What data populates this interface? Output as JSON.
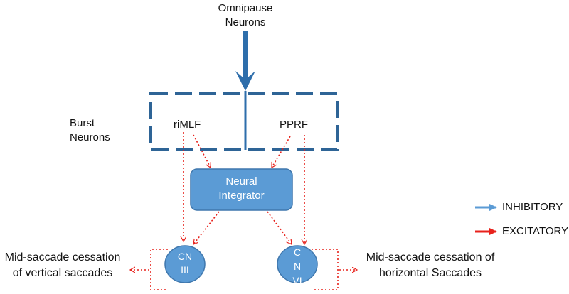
{
  "omnipause": {
    "line1": "Omnipause",
    "line2": "Neurons"
  },
  "burst": {
    "line1": "Burst",
    "line2": "Neurons"
  },
  "rimlf": "riMLF",
  "pprf": "PPRF",
  "integrator": {
    "line1": "Neural",
    "line2": "Integrator"
  },
  "cn3": {
    "line1": "CN",
    "line2": "III"
  },
  "cn6": {
    "line1": "C",
    "line2": "N",
    "line3": "VI"
  },
  "vertical": {
    "line1": "Mid-saccade cessation",
    "line2": "of vertical saccades"
  },
  "horizontal": {
    "line1": "Mid-saccade cessation of",
    "line2": "horizontal Saccades"
  },
  "legend": {
    "inhibitory": "INHIBITORY",
    "excitatory": "EXCITATORY"
  },
  "colors": {
    "inhibitory": "#3c78b4",
    "excitatory": "#e8221c",
    "node_fill": "#5b9bd5",
    "node_stroke": "#3f77ad"
  }
}
